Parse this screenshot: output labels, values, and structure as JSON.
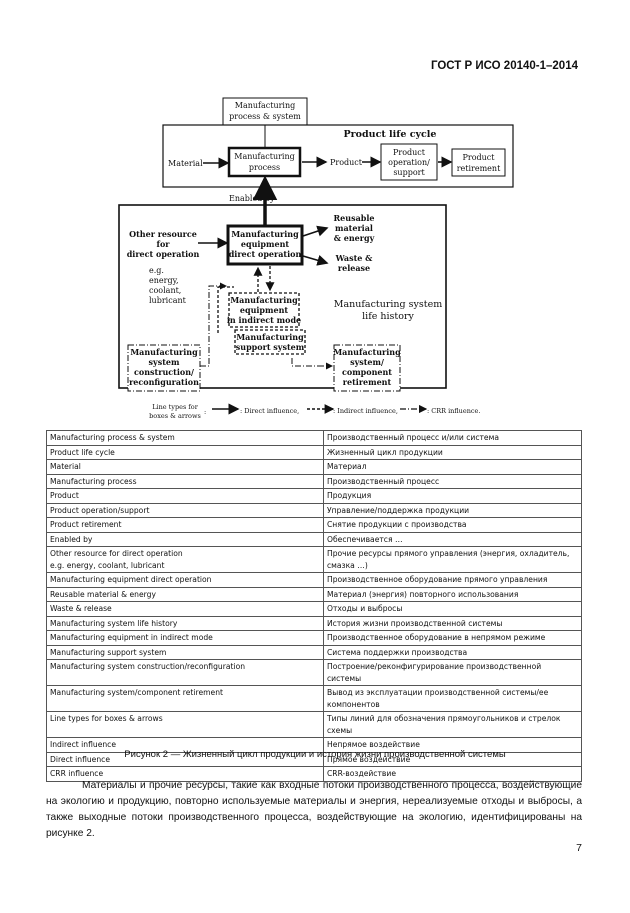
{
  "header": {
    "doc_id": "ГОСТ Р ИСО 20140-1–2014"
  },
  "diagram": {
    "mps_label_line1": "Manufacturing",
    "mps_label_line2": "process & system",
    "plc_title": "Product life cycle",
    "material": "Material",
    "mp_line1": "Manufacturing",
    "mp_line2": "process",
    "product": "Product",
    "pos_line1": "Product",
    "pos_line2": "operation/",
    "pos_line3": "support",
    "pr_line1": "Product",
    "pr_line2": "retirement",
    "enabled_by": "Enabled by",
    "ore_line1": "Other resource",
    "ore_line2": "for",
    "ore_line3": "direct operation",
    "eg_line1": "e.g.",
    "eg_line2": "energy,",
    "eg_line3": "coolant,",
    "eg_line4": "lubricant",
    "med_line1": "Manufacturing",
    "med_line2": "equipment",
    "med_line3": "direct operation",
    "reuse_line1": "Reusable",
    "reuse_line2": "material",
    "reuse_line3": "& energy",
    "waste_line1": "Waste &",
    "waste_line2": "release",
    "msl_line1": "Manufacturing system",
    "msl_line2": "life history",
    "mei_line1": "Manufacturing",
    "mei_line2": "equipment",
    "mei_line3": "in indirect mode",
    "mss_line1": "Manufacturing",
    "mss_line2": "support system",
    "msc_line1": "Manufacturing",
    "msc_line2": "system",
    "msc_line3": "construction/",
    "msc_line4": "reconfiguration",
    "msr_line1": "Manufacturing",
    "msr_line2": "system/",
    "msr_line3": "component",
    "msr_line4": "retirement",
    "legend_line1": "Line types for",
    "legend_line2": "boxes & arrows",
    "legend_sep": ":",
    "legend_direct": ": Direct influence,",
    "legend_indirect": ": Indirect influence,",
    "legend_crr": ": CRR influence."
  },
  "table": {
    "rows": [
      {
        "en": "Manufacturing process & system",
        "ru": "Производственный процесс и/или система"
      },
      {
        "en": "Product life cycle",
        "ru": "Жизненный цикл продукции"
      },
      {
        "en": "Material",
        "ru": "Материал"
      },
      {
        "en": "Manufacturing process",
        "ru": "Производственный процесс"
      },
      {
        "en": "Product",
        "ru": "Продукция"
      },
      {
        "en": "Product operation/support",
        "ru": "Управление/поддержка продукции"
      },
      {
        "en": "Product retirement",
        "ru": "Снятие продукции с производства"
      },
      {
        "en": "Enabled by",
        "ru": "Обеспечивается …"
      },
      {
        "en": "Other resource for direct operation",
        "en2": "e.g. energy, coolant, lubricant",
        "ru": "Прочие ресурсы прямого управления (энергия, охладитель,",
        "ru2": "смазка …)"
      },
      {
        "en": "Manufacturing equipment direct operation",
        "ru": "Производственное оборудование прямого управления"
      },
      {
        "en": "Reusable material & energy",
        "ru": "Материал (энергия) повторного использования"
      },
      {
        "en": "Waste & release",
        "ru": "Отходы и выбросы"
      },
      {
        "en": "Manufacturing system life history",
        "ru": "История жизни производственной системы"
      },
      {
        "en": "Manufacturing equipment in indirect mode",
        "ru": "Производственное оборудование в непрямом режиме"
      },
      {
        "en": "Manufacturing support system",
        "ru": "Система поддержки производства"
      },
      {
        "en": "Manufacturing system construction/reconfiguration",
        "ru": "Построение/реконфигурирование производственной",
        "ru2": "системы"
      },
      {
        "en": "Manufacturing system/component retirement",
        "ru": "Вывод из эксплуатации производственной системы/ее",
        "ru2": "компонентов"
      },
      {
        "en": "Line types for boxes & arrows",
        "ru": "Типы линий для обозначения прямоугольников и стрелок",
        "ru2": "схемы"
      },
      {
        "en": "Indirect influence",
        "ru": "Непрямое воздействие"
      },
      {
        "en": "Direct influence",
        "ru": "Прямое воздействие"
      },
      {
        "en": "CRR influence",
        "ru": "CRR-воздействие"
      }
    ]
  },
  "caption": "Рисунок 2 — Жизненный цикл продукции и история жизни производственной системы",
  "paragraph": "Материалы и прочие ресурсы, такие как входные потоки производственного процесса, воздействующие на экологию и продукцию, повторно используемые материалы и энергия, нереализуемые отходы и выбросы, а также выходные потоки производственного процесса, воздействующие на экологию, идентифицированы на рисунке 2.",
  "page_number": "7"
}
